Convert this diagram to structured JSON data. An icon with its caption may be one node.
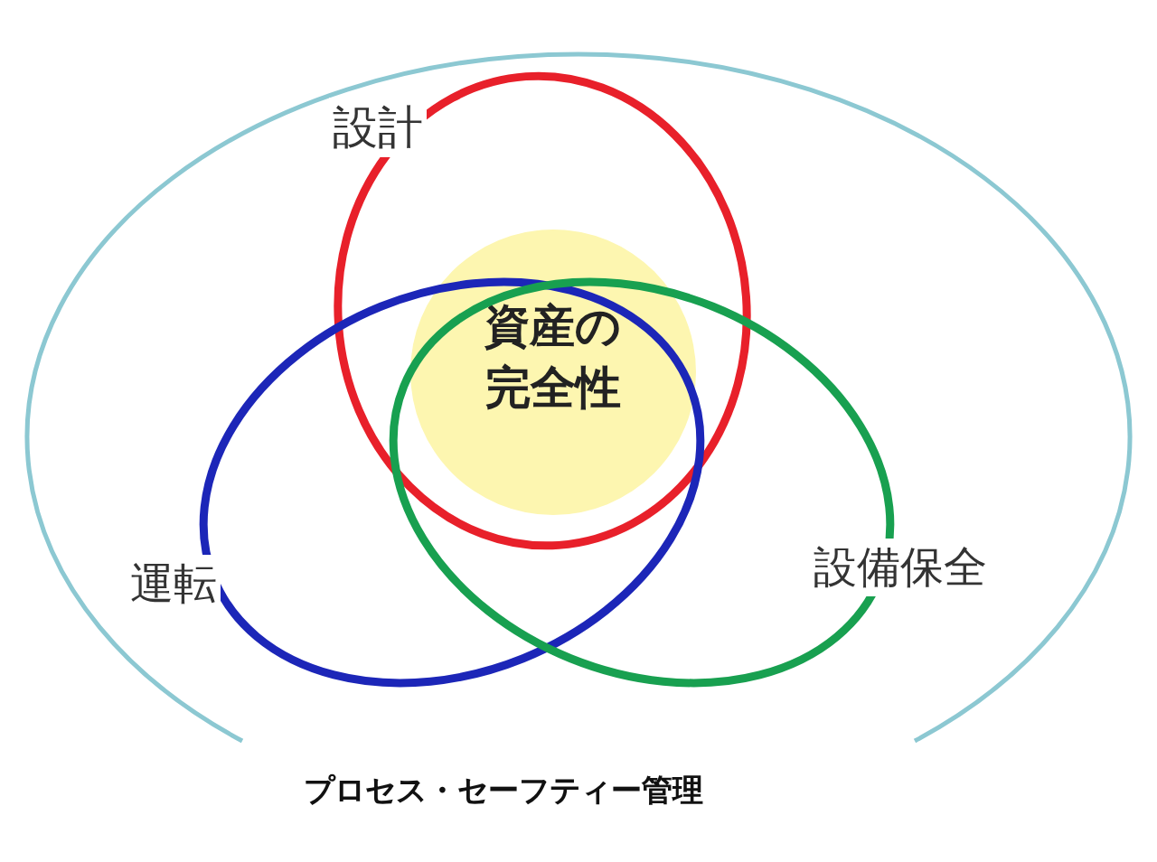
{
  "diagram": {
    "nodes": [
      {
        "text": [
          "プロセス・セーフティー管理"
        ]
      },
      {
        "text": [
          "設計"
        ],
        "in": 0
      },
      {
        "text": [
          "運転"
        ],
        "in": 0
      },
      {
        "text": [
          "設備保全"
        ],
        "in": 0
      },
      {
        "text": [
          "資産の完全性"
        ],
        "in": 1
      }
    ]
  }
}
